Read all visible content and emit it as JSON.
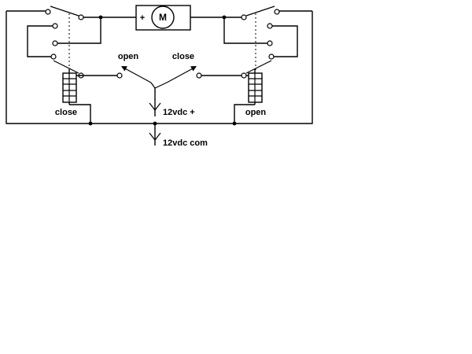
{
  "diagram": {
    "motor": {
      "label": "M",
      "polarity_plus": "+"
    },
    "buttons": {
      "open_label": "open",
      "close_label": "close"
    },
    "coils": {
      "left_label": "close",
      "right_label": "open"
    },
    "supply": {
      "positive_label": "12vdc +",
      "common_label": "12vdc com"
    },
    "colors": {
      "line": "#000000",
      "background": "#ffffff"
    }
  }
}
